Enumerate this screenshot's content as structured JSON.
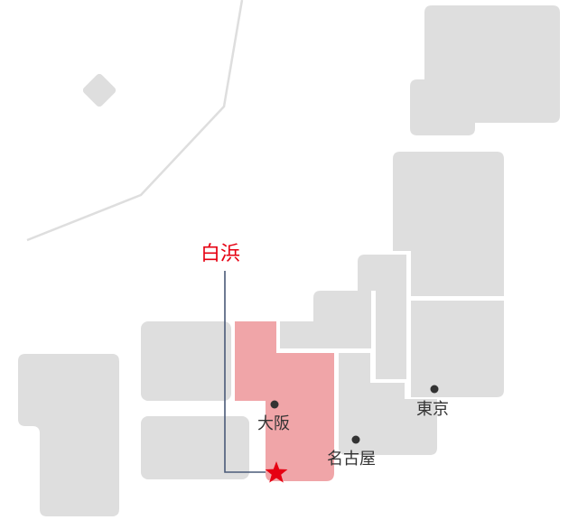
{
  "map": {
    "destination": {
      "label": "白浜",
      "marker_icon": "star-icon",
      "color": "#e60012"
    },
    "cities": [
      {
        "name": "大阪"
      },
      {
        "name": "名古屋"
      },
      {
        "name": "東京"
      }
    ],
    "colors": {
      "land": "#dedede",
      "highlight": "#f0a5a8",
      "leader_line": "#4a5a78",
      "city_dot": "#333333"
    }
  }
}
